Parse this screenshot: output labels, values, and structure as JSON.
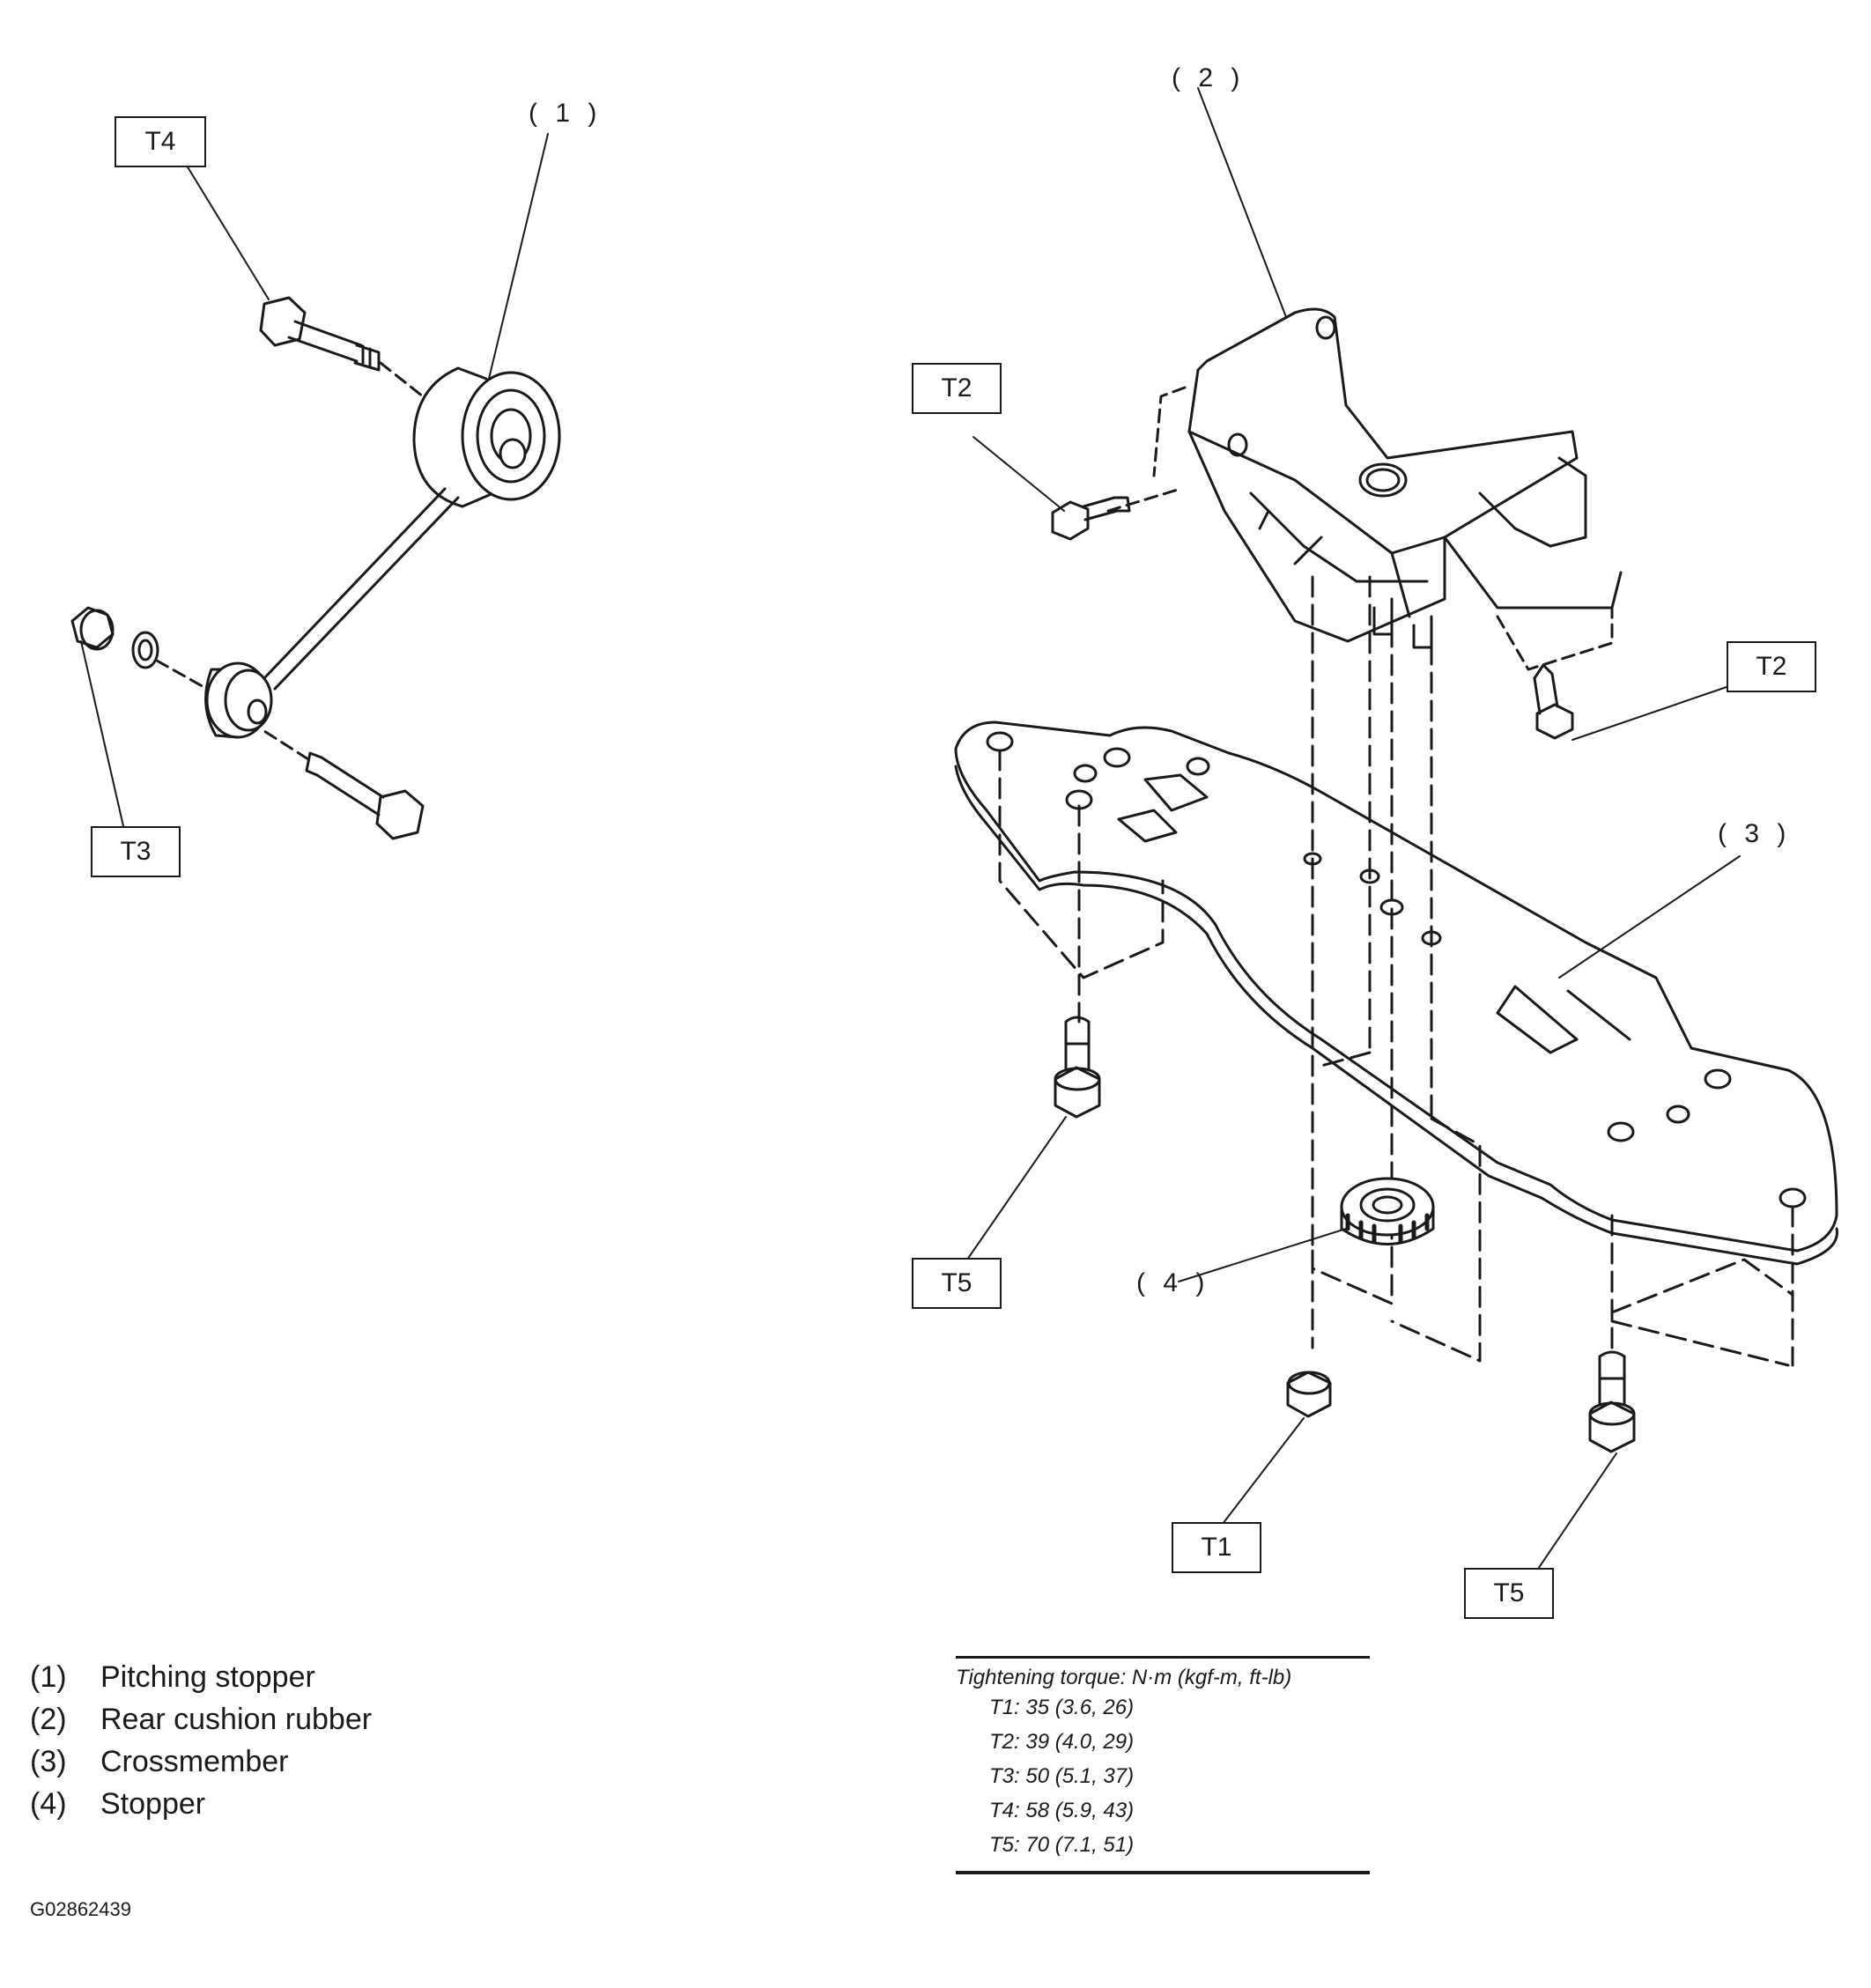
{
  "callouts": {
    "pitching_stopper": "( 1 )",
    "rear_cushion_rubber": "( 2 )",
    "crossmember": "( 3 )",
    "stopper": "( 4 )"
  },
  "torque_boxes": {
    "t4": "T4",
    "t3": "T3",
    "t2_left": "T2",
    "t2_right": "T2",
    "t5_left": "T5",
    "t5_right": "T5",
    "t1": "T1"
  },
  "legend": [
    {
      "num": "(1)",
      "label": "Pitching stopper"
    },
    {
      "num": "(2)",
      "label": "Rear cushion rubber"
    },
    {
      "num": "(3)",
      "label": "Crossmember"
    },
    {
      "num": "(4)",
      "label": "Stopper"
    }
  ],
  "torque_table": {
    "title": "Tightening torque: N·m (kgf-m, ft-lb)",
    "rows": [
      "T1: 35 (3.6, 26)",
      "T2: 39 (4.0, 29)",
      "T3: 50 (5.1, 37)",
      "T4: 58 (5.9, 43)",
      "T5: 70 (7.1, 51)"
    ]
  },
  "figure_code": "G02862439"
}
